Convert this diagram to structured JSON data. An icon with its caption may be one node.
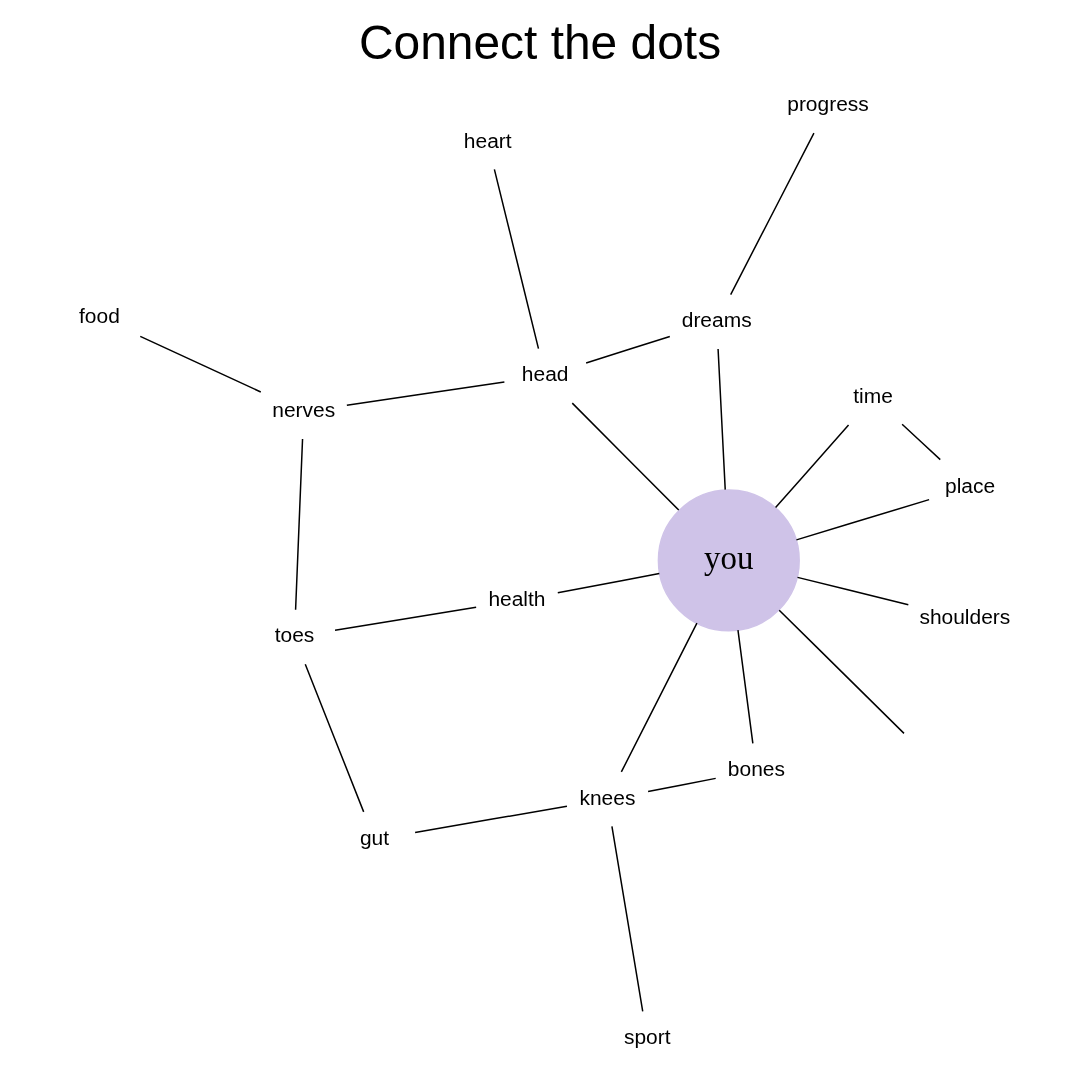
{
  "diagram": {
    "title": "Connect the dots",
    "nodes": [
      {
        "text": [
          "you"
        ]
      },
      {
        "text": [
          "shoulders"
        ]
      },
      {
        "text": [
          "health"
        ]
      },
      {
        "text": [
          "time"
        ]
      },
      {
        "text": [
          "place"
        ]
      },
      {
        "text": [
          "bones"
        ]
      },
      {
        "text": [
          "knees"
        ]
      },
      {
        "text": [
          "sport"
        ]
      },
      {
        "text": [
          "gut"
        ]
      },
      {
        "text": [
          "toes"
        ]
      },
      {
        "text": [
          "nerves"
        ]
      },
      {
        "text": [
          "food"
        ]
      },
      {
        "text": [
          "progress"
        ]
      },
      {
        "text": [
          "dreams"
        ]
      },
      {
        "text": [
          "head"
        ]
      },
      {
        "text": [
          "heart"
        ]
      }
    ],
    "edges": [
      {
        "from": null,
        "to": 0,
        "arrow": "none"
      },
      {
        "from": 1,
        "to": 0,
        "arrow": "none"
      },
      {
        "from": 2,
        "to": 0,
        "arrow": "none"
      },
      {
        "from": 3,
        "to": 0,
        "arrow": "none"
      },
      {
        "from": 4,
        "to": 0,
        "arrow": "none"
      },
      {
        "from": 5,
        "to": 0,
        "arrow": "none"
      },
      {
        "from": 6,
        "to": 0,
        "arrow": "none"
      },
      {
        "from": 14,
        "to": 0,
        "arrow": "none"
      },
      {
        "from": 13,
        "to": 0,
        "arrow": "none"
      },
      {
        "from": 2,
        "to": 9,
        "arrow": "none"
      },
      {
        "from": 9,
        "to": 8,
        "arrow": "none"
      },
      {
        "from": 9,
        "to": 10,
        "arrow": "none"
      },
      {
        "from": 11,
        "to": 10,
        "arrow": "none"
      },
      {
        "from": 12,
        "to": 13,
        "arrow": "none"
      },
      {
        "from": 3,
        "to": 4,
        "arrow": "none"
      },
      {
        "from": 5,
        "to": 6,
        "arrow": "none"
      },
      {
        "from": 8,
        "to": 6,
        "arrow": "none"
      },
      {
        "from": 6,
        "to": 7,
        "arrow": "none"
      },
      {
        "from": 10,
        "to": 14,
        "arrow": "none"
      },
      {
        "from": 13,
        "to": 14,
        "arrow": "none"
      },
      {
        "from": 14,
        "to": 15,
        "arrow": "none"
      }
    ]
  }
}
